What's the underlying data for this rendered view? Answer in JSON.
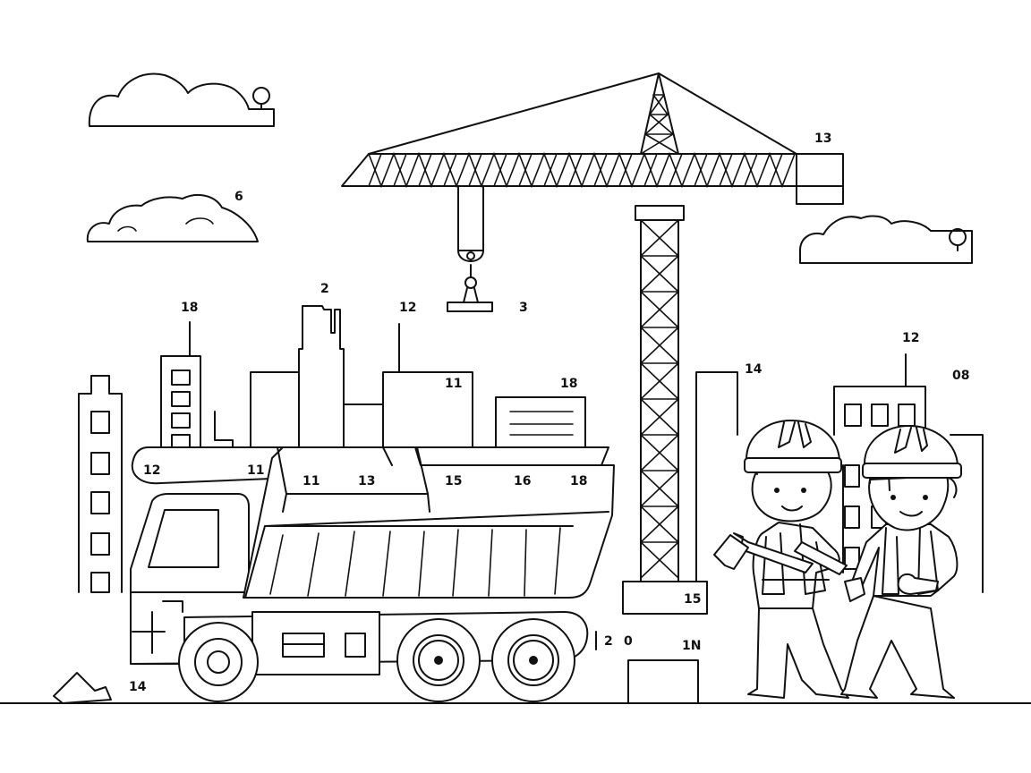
{
  "image": {
    "description_name": "construction-coloring-page",
    "line_color": "#111111",
    "background_color": "#ffffff"
  },
  "labels": {
    "cloud_right_top": "6",
    "crane_jib_tip": "13",
    "crane_hook": "3",
    "tower_left": "18",
    "tower_center": "2",
    "tower_mid": "12",
    "building_mid": "11",
    "sign_building": "18",
    "building_right_a": "14",
    "building_right_b": "12",
    "building_far_right": "08",
    "truck_top_a": "12",
    "truck_top_b": "11",
    "truck_bed_a": "11",
    "truck_bed_b": "13",
    "truck_bed_c": "15",
    "truck_bed_d": "16",
    "truck_bed_e": "18",
    "crane_base": "15",
    "ground_a": "2",
    "ground_b": "0",
    "ground_box": "1N",
    "rock": "14"
  }
}
